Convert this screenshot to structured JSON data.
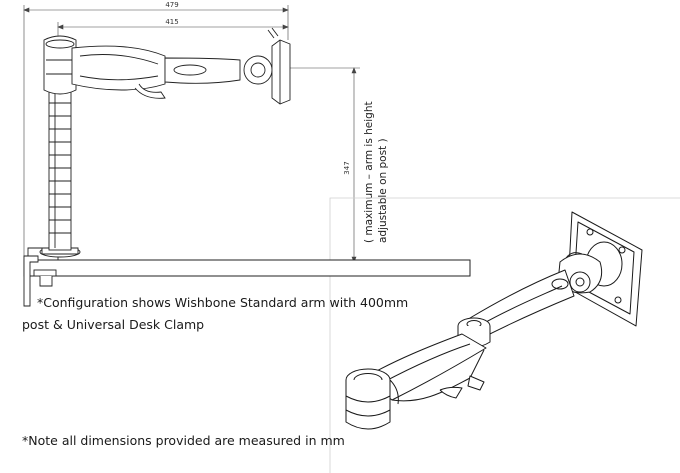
{
  "dimensions": {
    "overall_width": "479",
    "arm_length": "415",
    "max_arm_height": "347"
  },
  "height_note": {
    "line1": "( maximum – arm is height",
    "line2": "adjustable on post )"
  },
  "captions": {
    "config_line1": "*Configuration shows Wishbone Standard arm with 400mm",
    "config_line2": "post & Universal Desk Clamp",
    "note": "*Note all dimensions provided are measured in mm"
  }
}
